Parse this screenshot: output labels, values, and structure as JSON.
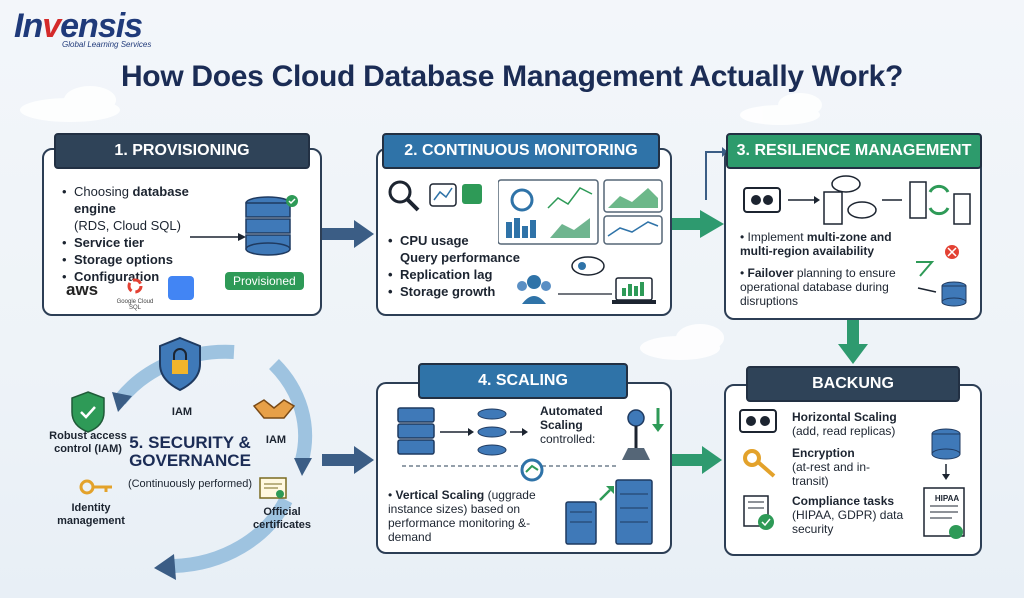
{
  "brand": {
    "logo_pre": "In",
    "logo_accent": "v",
    "logo_post": "ensis",
    "tagline": "Global Learning Services"
  },
  "title": "How Does Cloud Database Management Actually Work?",
  "provisioning": {
    "header": "1. PROVISIONING",
    "items": [
      {
        "pre": "Choosing ",
        "bold": "database engine",
        "post": ""
      },
      {
        "pre": "(RDS, Cloud SQL)",
        "bold": "",
        "post": ""
      },
      {
        "pre": "",
        "bold": "Service tier",
        "post": ""
      },
      {
        "pre": "",
        "bold": "Storage options",
        "post": ""
      },
      {
        "pre": "",
        "bold": "Configuration",
        "post": ""
      }
    ],
    "status": "Provisioned",
    "vendors": [
      "aws",
      "Google Cloud SQL"
    ]
  },
  "monitoring": {
    "header": "2. CONTINUOUS MONITORING",
    "items": [
      "CPU usage",
      "Query performance",
      "Replication lag",
      "Storage growth"
    ]
  },
  "resilience": {
    "header": "3. RESILIENCE MANAGEMENT",
    "item1_pre": "Implement ",
    "item1_bold": "multi-zone and multi-region availability",
    "item2_bold": "Failover",
    "item2_post": " planning to ensure operational database during disruptions"
  },
  "scaling": {
    "header": "4. SCALING",
    "automated_bold": "Automated Scaling",
    "automated_post": "controlled:",
    "vertical_bold": "Vertical Scaling",
    "vertical_post": "(uggrade instance sizes) based on performance monitoring &- demand"
  },
  "security": {
    "title_line1": "5. SECURITY &",
    "title_line2": "GOVERNANCE",
    "subtitle": "(Continuously performed)",
    "iam_top": "IAM",
    "iam_right": "IAM",
    "robust": "Robust access control (IAM)",
    "identity": "Identity management",
    "certs": "Official certificates"
  },
  "backup": {
    "header": "BACKUNG",
    "h_scaling": "Horizontal Scaling",
    "h_scaling_sub": "(add, read replicas)",
    "encryption": "Encryption",
    "encryption_sub": "(at-rest and in-transit)",
    "compliance": "Compliance tasks",
    "compliance_sub": "(HIPAA, GDPR) data security",
    "doc_label": "HIPAA"
  },
  "colors": {
    "navy": "#2f4358",
    "blue": "#2f73a8",
    "green": "#2d9b6c",
    "arrow_blue": "#3b5d85",
    "arrow_green": "#2e9a6f"
  }
}
